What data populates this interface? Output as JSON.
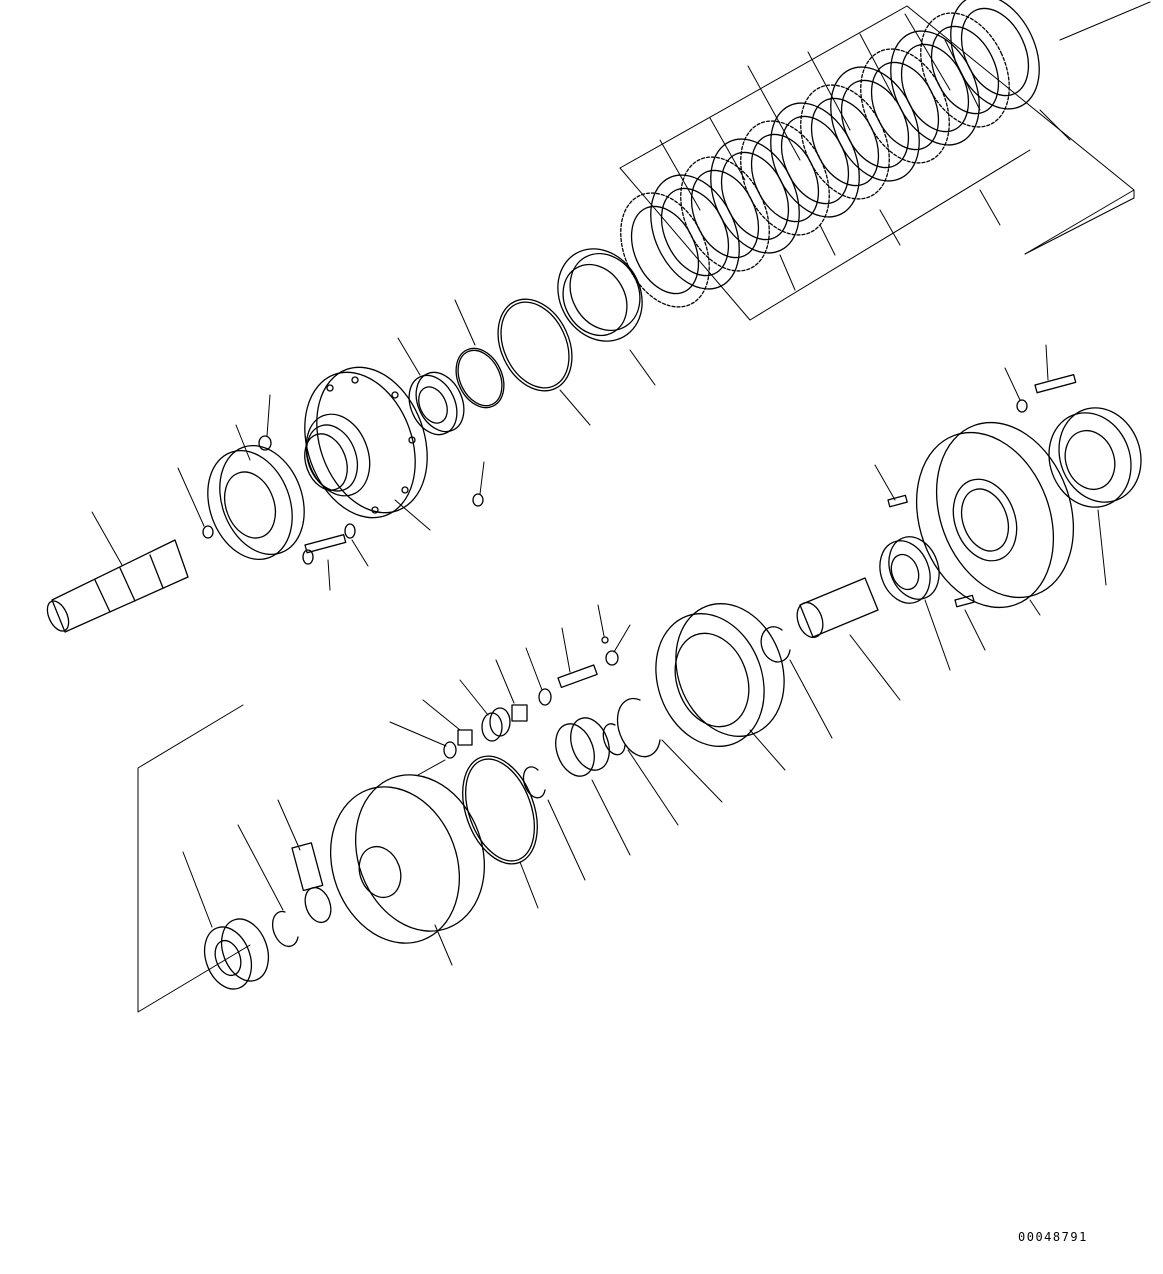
{
  "drawing_number": "00048791",
  "figure_type": "exploded-parts-diagram",
  "assemblies": [
    "upper-clutch-pack-assembly",
    "lower-planetary-assembly"
  ],
  "colors": {
    "line": "#000000",
    "background": "#ffffff"
  }
}
